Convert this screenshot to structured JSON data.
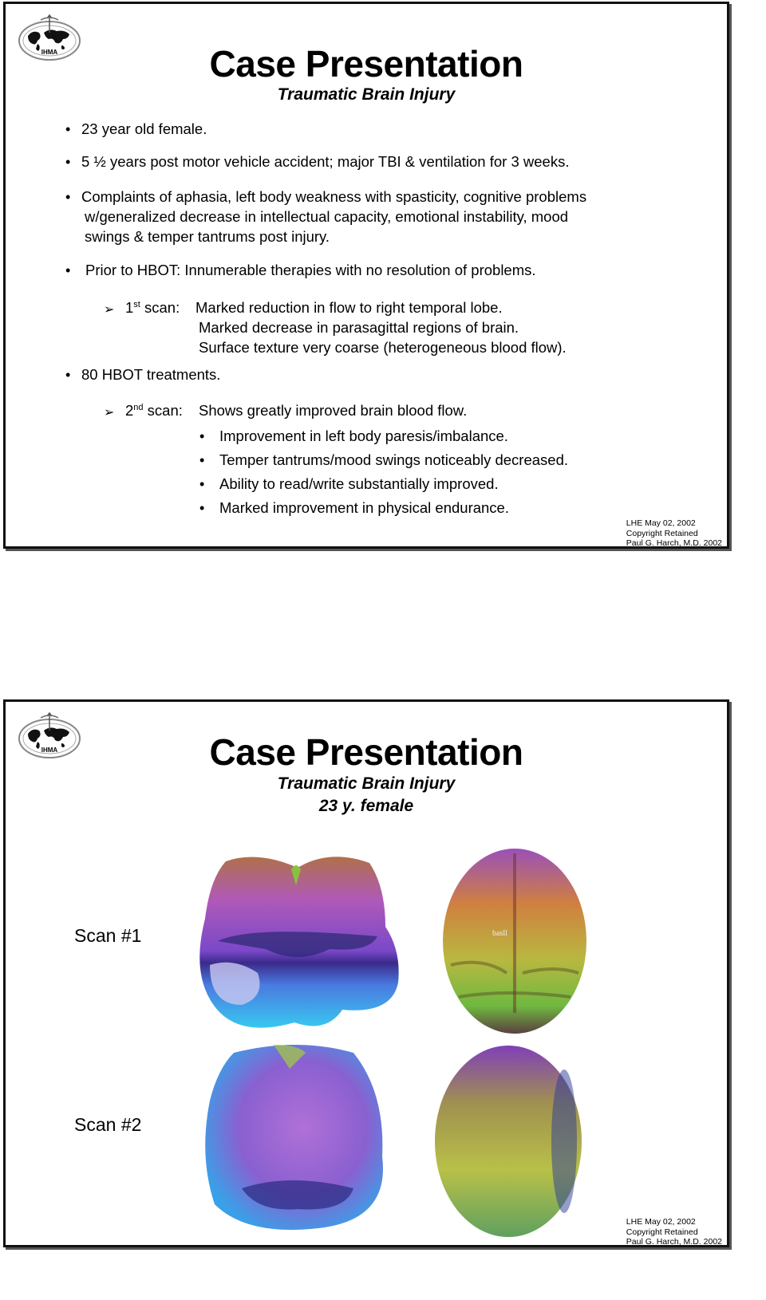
{
  "slides": [
    {
      "title": "Case Presentation",
      "subtitle": "Traumatic Brain Injury",
      "logo_text": "IHMA",
      "bullets": [
        "23 year old female.",
        "5 ½ years post motor vehicle accident; major TBI & ventilation for 3 weeks.",
        "Complaints of aphasia, left body weakness with spasticity, cognitive problems",
        "w/generalized decrease in intellectual capacity, emotional instability, mood",
        "swings & temper tantrums post injury.",
        "Prior to HBOT: Innumerable therapies with no resolution of problems.",
        "80 HBOT treatments."
      ],
      "scan1": {
        "num": "1",
        "sup": "st",
        "label": " scan:",
        "lines": [
          "Marked reduction in flow to right temporal lobe.",
          "Marked decrease in parasagittal regions of brain.",
          "Surface texture very coarse (heterogeneous blood flow)."
        ]
      },
      "scan2": {
        "num": "2",
        "sup": "nd",
        "label": " scan:",
        "line": "Shows greatly improved brain blood flow.",
        "sub_bullets": [
          "Improvement in left body paresis/imbalance.",
          "Temper tantrums/mood swings noticeably decreased.",
          "Ability to read/write substantially improved.",
          "Marked improvement in physical endurance."
        ]
      },
      "footer": [
        "LHE May 02, 2002",
        "Copyright Retained",
        "Paul G. Harch, M.D. 2002"
      ]
    },
    {
      "title": "Case Presentation",
      "subtitle": "Traumatic Brain Injury",
      "subtitle2": "23 y. female",
      "logo_text": "IHMA",
      "scan_labels": [
        "Scan #1",
        "Scan #2"
      ],
      "image_overlay_text": "basll",
      "footer": [
        "LHE May 02, 2002",
        "Copyright Retained",
        "Paul G. Harch, M.D. 2002"
      ]
    }
  ],
  "bullet_glyph": "•",
  "arrow_glyph": "➢"
}
